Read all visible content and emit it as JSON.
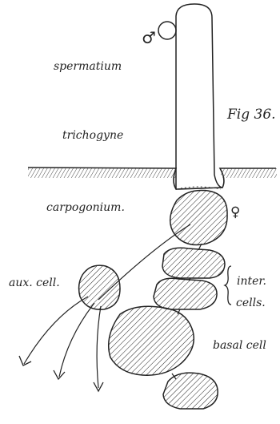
{
  "figure": {
    "number": "Fig 36.",
    "labels": {
      "spermatium": "spermatium",
      "trichogyne": "trichogyne",
      "carpogonium": "carpogonium.",
      "aux_cell": "aux. cell.",
      "inter_cells_line1": "inter.",
      "inter_cells_line2": "cells.",
      "basal_cell": "basal cell"
    },
    "symbols": {
      "male": "♂",
      "female": "♀"
    }
  }
}
